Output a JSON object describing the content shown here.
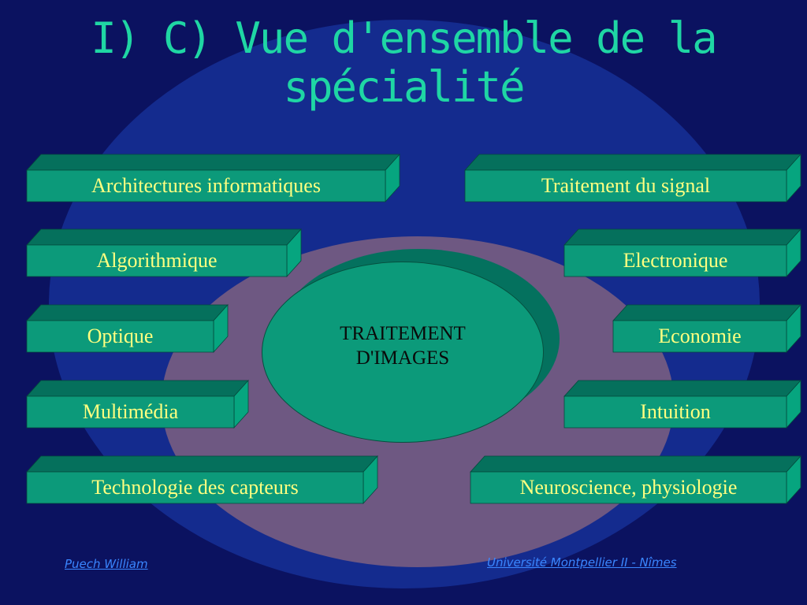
{
  "title": "I) C) Vue d'ensemble de la spécialité",
  "center": {
    "label": "TRAITEMENT\nD'IMAGES"
  },
  "left_items": [
    {
      "label": "Architectures informatiques"
    },
    {
      "label": "Algorithmique"
    },
    {
      "label": "Optique"
    },
    {
      "label": "Multimédia"
    },
    {
      "label": "Technologie des capteurs"
    }
  ],
  "right_items": [
    {
      "label": "Traitement du signal"
    },
    {
      "label": "Electronique"
    },
    {
      "label": "Economie"
    },
    {
      "label": "Intuition"
    },
    {
      "label": "Neuroscience, physiologie"
    }
  ],
  "footer": {
    "author": "Puech William",
    "institution": "Université Montpellier II - Nîmes"
  },
  "colors": {
    "background": "#0b1260",
    "outer_ellipse": "#142b8e",
    "inner_ellipse": "#6e5882",
    "box_front": "#0c9a7a",
    "box_top": "#05705c",
    "box_side": "#06a57f",
    "label_text": "#ffff80",
    "title_text": "#1fd6a4",
    "footer_link": "#3a86ff"
  }
}
